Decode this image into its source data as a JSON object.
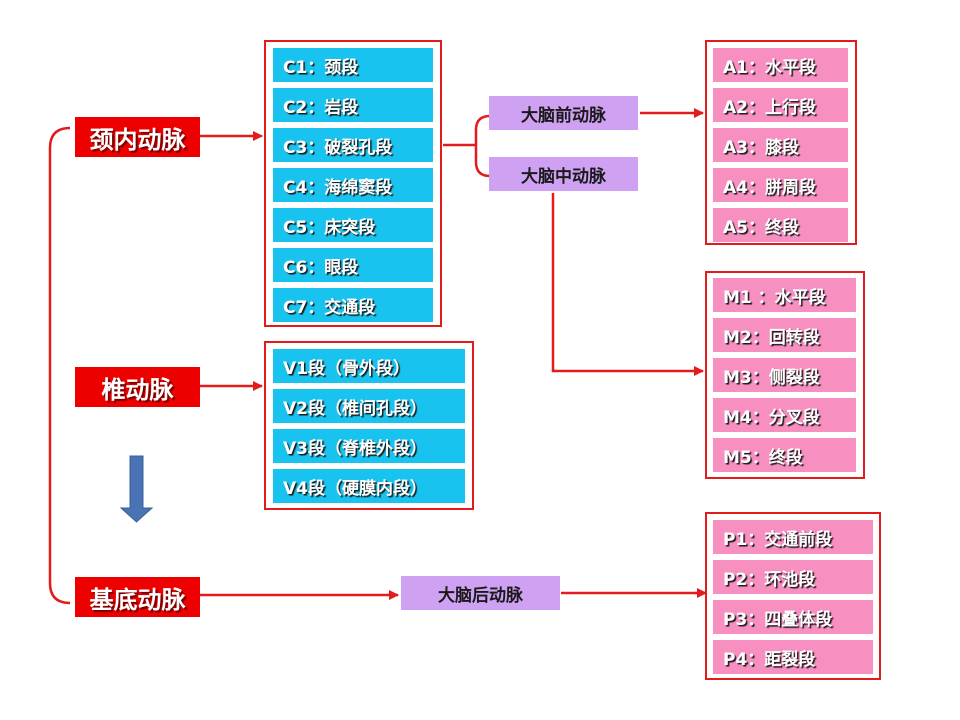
{
  "main_arteries": {
    "internal_carotid": "颈内动脉",
    "vertebral": "椎动脉",
    "basilar": "基底动脉"
  },
  "internal_carotid_segments": [
    "C1：颈段",
    "C2：岩段",
    "C3：破裂孔段",
    "C4：海绵窦段",
    "C5：床突段",
    "C6：眼段",
    "C7：交通段"
  ],
  "vertebral_segments": [
    "V1段（骨外段）",
    "V2段（椎间孔段）",
    "V3段（脊椎外段）",
    "V4段（硬膜内段）"
  ],
  "branches": {
    "aca": "大脑前动脉",
    "mca": "大脑中动脉",
    "pca": "大脑后动脉"
  },
  "aca_segments": [
    "A1：水平段",
    "A2：上行段",
    "A3：膝段",
    "A4：胼周段",
    "A5：终段"
  ],
  "mca_segments": [
    "M1 ：水平段",
    "M2：回转段",
    "M3：侧裂段",
    "M4：分叉段",
    "M5：终段"
  ],
  "pca_segments": [
    "P1：交通前段",
    "P2：环池段",
    "P3：四叠体段",
    "P4：距裂段"
  ],
  "colors": {
    "red": "#ee0000",
    "cyan": "#19c3ef",
    "pink": "#f78fc1",
    "lavender": "#cfa1f2",
    "blue_arrow": "#4a73b4"
  }
}
